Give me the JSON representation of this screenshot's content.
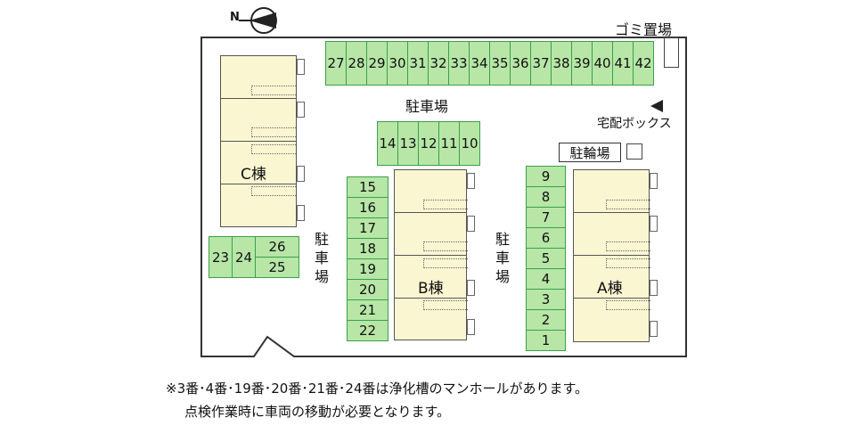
{
  "compass": {
    "letter": "N"
  },
  "labels": {
    "gomi": "ゴミ置場",
    "parking_top": "駐車場",
    "parking_left": "駐車場",
    "parking_right": "駐車場",
    "takuhai": "宅配ボックス",
    "churinjo": "駐輪場"
  },
  "buildings": {
    "a": "A棟",
    "b": "B棟",
    "c": "C棟"
  },
  "stalls": {
    "top_row": [
      "27",
      "28",
      "29",
      "30",
      "31",
      "32",
      "33",
      "34",
      "35",
      "36",
      "37",
      "38",
      "39",
      "40",
      "41",
      "42"
    ],
    "mid_row": [
      "14",
      "13",
      "12",
      "11",
      "10"
    ],
    "b_column": [
      "15",
      "16",
      "17",
      "18",
      "19",
      "20",
      "21",
      "22"
    ],
    "a_column": [
      "9",
      "8",
      "7",
      "6",
      "5",
      "4",
      "3",
      "2",
      "1"
    ],
    "left_block": {
      "a": "23",
      "b": "24",
      "c": "26",
      "d": "25"
    }
  },
  "notes": {
    "line1": "※3番･4番･19番･20番･21番･24番は浄化槽のマンホールがあります。",
    "line2": "点検作業時に車両の移動が必要となります。"
  },
  "colors": {
    "stall_fill": "#b7e6a7",
    "stall_border": "#3aa04a",
    "building_fill": "#fbf6d2"
  }
}
